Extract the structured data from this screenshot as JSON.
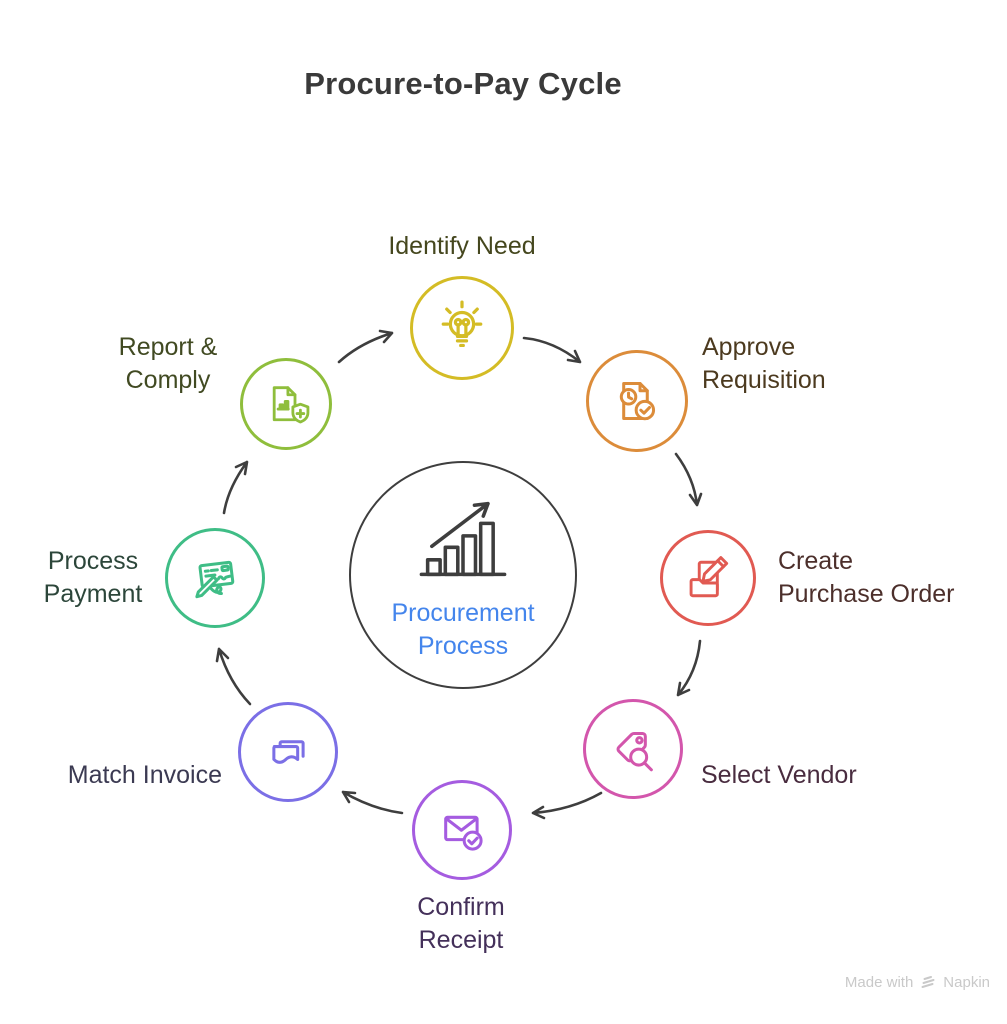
{
  "title": "Procure-to-Pay Cycle",
  "center": {
    "lines": [
      "Procurement",
      "Process"
    ],
    "icon": "growth-bar-chart-icon",
    "text_color": "#4485ec",
    "ring_color": "#3e3e3e"
  },
  "arrow_color": "#3e3e3e",
  "nodes": [
    {
      "label": "Identify Need",
      "lines": [
        "Identify Need"
      ],
      "icon": "lightbulb-icon",
      "color": "#d4bc25",
      "label_color": "#45471e"
    },
    {
      "label": "Approve Requisition",
      "lines": [
        "Approve",
        "Requisition"
      ],
      "icon": "document-clock-check-icon",
      "color": "#dc8c3a",
      "label_color": "#4c3a1f"
    },
    {
      "label": "Create Purchase Order",
      "lines": [
        "Create",
        "Purchase Order"
      ],
      "icon": "folder-pencil-icon",
      "color": "#e15a52",
      "label_color": "#4c2f2b"
    },
    {
      "label": "Select Vendor",
      "lines": [
        "Select Vendor"
      ],
      "icon": "tag-magnifier-icon",
      "color": "#d356ac",
      "label_color": "#492c3f"
    },
    {
      "label": "Confirm Receipt",
      "lines": [
        "Confirm",
        "Receipt"
      ],
      "icon": "envelope-check-icon",
      "color": "#a55ce0",
      "label_color": "#44305a"
    },
    {
      "label": "Match Invoice",
      "lines": [
        "Match Invoice"
      ],
      "icon": "stacked-receipts-icon",
      "color": "#7b6fe6",
      "label_color": "#3b3a52"
    },
    {
      "label": "Process Payment",
      "lines": [
        "Process",
        "Payment"
      ],
      "icon": "cheque-pen-icon",
      "color": "#3fbd86",
      "label_color": "#2c463a"
    },
    {
      "label": "Report & Comply",
      "lines": [
        "Report &",
        "Comply"
      ],
      "icon": "report-shield-icon",
      "color": "#8fbe3c",
      "label_color": "#414a22"
    }
  ],
  "watermark": {
    "prefix": "Made with",
    "brand": "Napkin",
    "color": "#c9c9c9"
  }
}
